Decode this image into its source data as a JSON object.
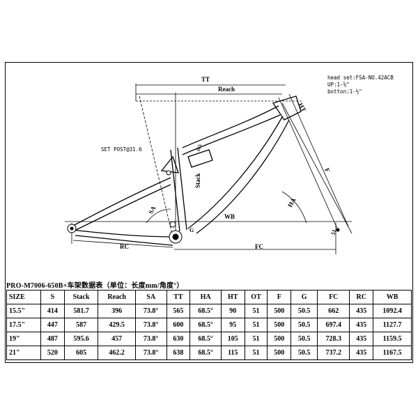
{
  "notes": {
    "headset": "head set:FSA-NO.42ACB",
    "up": "UP:1-⅛\"",
    "bottom": "botton:1-½\""
  },
  "labels": {
    "tt": "TT",
    "reach": "Reach",
    "ht": "HT",
    "seatpost": "SET POST@31.6",
    "stack": "Stack",
    "shock": "165",
    "f": "F",
    "ha": "HA",
    "sa": "SA",
    "g": "G",
    "wb": "WB",
    "ot": "51",
    "rc": "RC",
    "fc": "FC"
  },
  "table": {
    "caption": "PRO-M7006-650B+车架数据表（单位：长度mm/角度°）",
    "headers": [
      "SIZE",
      "S",
      "Stack",
      "Reach",
      "SA",
      "TT",
      "HA",
      "HT",
      "OT",
      "F",
      "G",
      "FC",
      "RC",
      "WB"
    ],
    "rows": [
      [
        "15.5\"",
        "414",
        "581.7",
        "396",
        "73.8°",
        "565",
        "68.5°",
        "90",
        "51",
        "500",
        "50.5",
        "662",
        "435",
        "1092.4"
      ],
      [
        "17.5\"",
        "447",
        "587",
        "429.5",
        "73.8°",
        "600",
        "68.5°",
        "95",
        "51",
        "500",
        "50.5",
        "697.4",
        "435",
        "1127.7"
      ],
      [
        "19\"",
        "487",
        "595.6",
        "457",
        "73.8°",
        "630",
        "68.5°",
        "105",
        "51",
        "500",
        "50.5",
        "728.3",
        "435",
        "1159.5"
      ],
      [
        "21\"",
        "520",
        "605",
        "462.2",
        "73.8°",
        "638",
        "68.5°",
        "115",
        "51",
        "500",
        "50.5",
        "737.2",
        "435",
        "1167.5"
      ]
    ]
  }
}
